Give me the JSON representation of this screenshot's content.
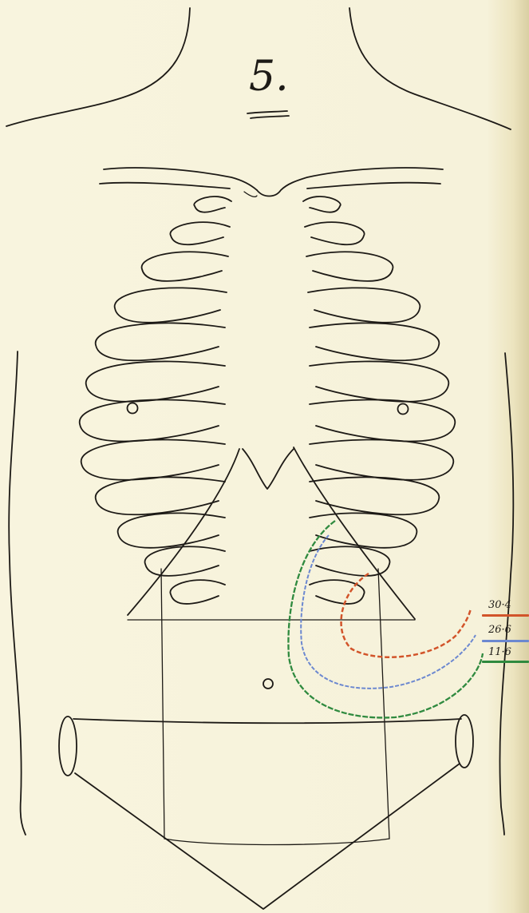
{
  "plate": {
    "number": "5."
  },
  "legend": [
    {
      "date": "30·4",
      "color": "#d2542a"
    },
    {
      "date": "26·6",
      "color": "#6c88d0"
    },
    {
      "date": "11·6",
      "color": "#2f8a3f"
    }
  ],
  "colors": {
    "paper": "#f7f3dc",
    "ink": "#1d1a16",
    "outline_30_4": "#d2542a",
    "outline_26_6": "#6c88d0",
    "outline_11_6": "#2f8a3f"
  }
}
